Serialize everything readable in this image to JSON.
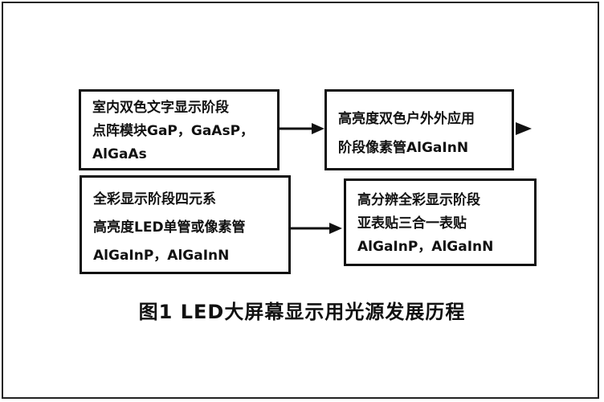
{
  "boxes": [
    {
      "lines": [
        "室内双色文字显示阶段",
        "点阵模块GaP，GaAsP，",
        "AlGaAs"
      ]
    },
    {
      "lines": [
        "高亮度双色户外外应用",
        "阶段像素管AlGaInN"
      ]
    },
    {
      "lines": [
        "全彩显示阶段四元系",
        "高亮度LED单管或像素管",
        "AlGaInP，AlGaInN"
      ]
    },
    {
      "lines": [
        "高分辨全彩显示阶段",
        "亚表贴三合一表贴",
        "AlGaInP，AlGaInN"
      ]
    }
  ],
  "caption": "图1 LED大屏幕显示用光源发展历程"
}
